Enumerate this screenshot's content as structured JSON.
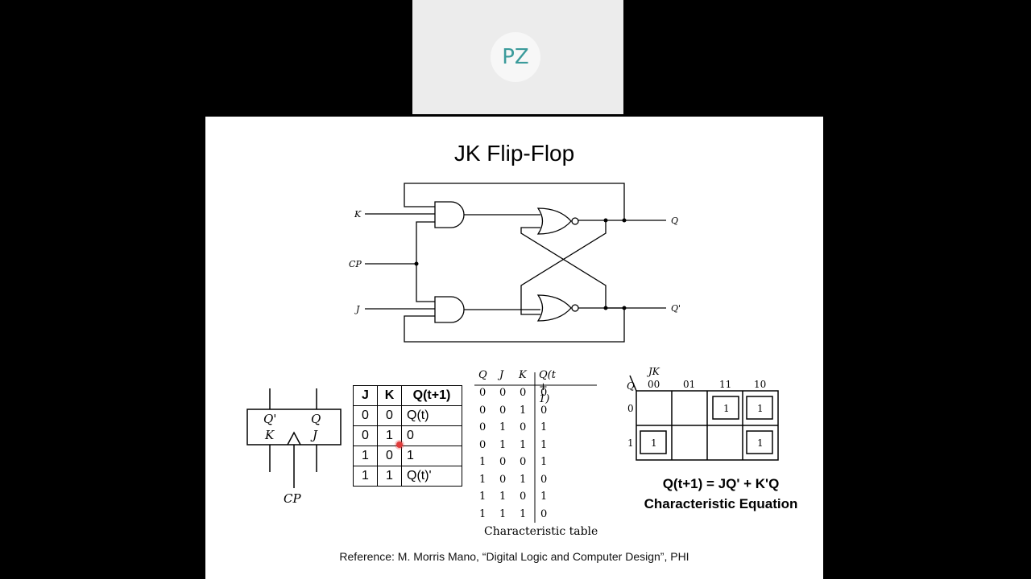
{
  "participant": {
    "initials": "PZ"
  },
  "slide": {
    "title": "JK Flip-Flop",
    "circuit_labels": {
      "k": "K",
      "cp": "CP",
      "j": "J",
      "q": "Q",
      "qprime": "Q'"
    },
    "symbol": {
      "qprime": "Q'",
      "q": "Q",
      "k": "K",
      "j": "J",
      "cp": "CP"
    },
    "truth_table": {
      "headers": [
        "J",
        "K",
        "Q(t+1)"
      ],
      "rows": [
        [
          "0",
          "0",
          "Q(t)"
        ],
        [
          "0",
          "1",
          "0"
        ],
        [
          "1",
          "0",
          "1"
        ],
        [
          "1",
          "1",
          "Q(t)'"
        ]
      ]
    },
    "characteristic_table": {
      "headers": [
        "Q",
        "J",
        "K",
        "Q(t + 1)"
      ],
      "rows": [
        [
          "0",
          "0",
          "0",
          "0"
        ],
        [
          "0",
          "0",
          "1",
          "0"
        ],
        [
          "0",
          "1",
          "0",
          "1"
        ],
        [
          "0",
          "1",
          "1",
          "1"
        ],
        [
          "1",
          "0",
          "0",
          "1"
        ],
        [
          "1",
          "0",
          "1",
          "0"
        ],
        [
          "1",
          "1",
          "0",
          "1"
        ],
        [
          "1",
          "1",
          "1",
          "0"
        ]
      ],
      "caption": "Characteristic table"
    },
    "kmap": {
      "row_var": "Q",
      "col_var": "JK",
      "col_labels": [
        "00",
        "01",
        "11",
        "10"
      ],
      "row_labels": [
        "0",
        "1"
      ],
      "cells": [
        [
          "",
          "",
          "1",
          "1"
        ],
        [
          "1",
          "",
          "",
          "1"
        ]
      ]
    },
    "equation": "Q(t+1) = JQ' + K'Q",
    "equation_caption": "Characteristic Equation",
    "reference": "Reference: M. Morris Mano, “Digital Logic and Computer Design”, PHI"
  }
}
